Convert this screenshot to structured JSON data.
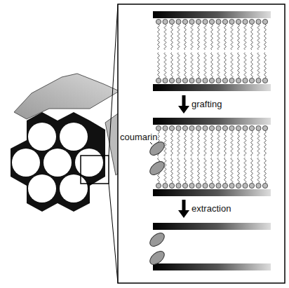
{
  "diagram": {
    "labels": [
      "coumarin",
      "grafting",
      "extraction"
    ]
  }
}
